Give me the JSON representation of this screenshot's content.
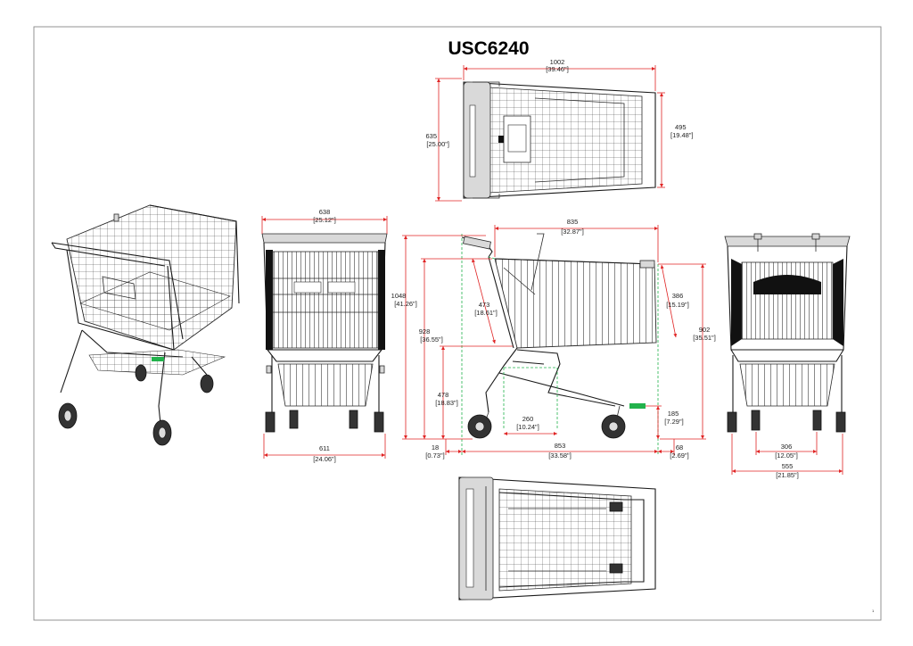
{
  "title": "USC6240",
  "page_marker": "1",
  "top_view": {
    "width_mm": "1002",
    "width_in": "[39.46\"]",
    "depth_mm": "635",
    "depth_in": "[25.00\"]",
    "basket_depth_mm": "495",
    "basket_depth_in": "[19.48\"]"
  },
  "front_view": {
    "width_top_mm": "638",
    "width_top_in": "[25.12\"]",
    "width_base_mm": "611",
    "width_base_in": "[24.06\"]"
  },
  "side_view": {
    "length_top_mm": "835",
    "length_top_in": "[32.87\"]",
    "height_total_mm": "1048",
    "height_total_in": "[41.26\"]",
    "height_handle_mm": "928",
    "height_handle_in": "[36.55\"]",
    "height_shelf_mm": "478",
    "height_shelf_in": "[18.83\"]",
    "child_seat_mm": "473",
    "child_seat_in": "[18.61\"]",
    "basket_height_mm": "386",
    "basket_height_in": "[15.19\"]",
    "basket_top_mm": "902",
    "basket_top_in": "[35.51\"]",
    "wheel_spacing_mm": "260",
    "wheel_spacing_in": "[10.24\"]",
    "bottom_clear_mm": "185",
    "bottom_clear_in": "[7.29\"]",
    "offset_left_mm": "18",
    "offset_left_in": "[0.73\"]",
    "length_base_mm": "853",
    "length_base_in": "[33.58\"]",
    "offset_right_mm": "68",
    "offset_right_in": "[2.69\"]"
  },
  "rear_view": {
    "caster_inner_mm": "306",
    "caster_inner_in": "[12.05\"]",
    "caster_outer_mm": "555",
    "caster_outer_in": "[21.85\"]"
  }
}
